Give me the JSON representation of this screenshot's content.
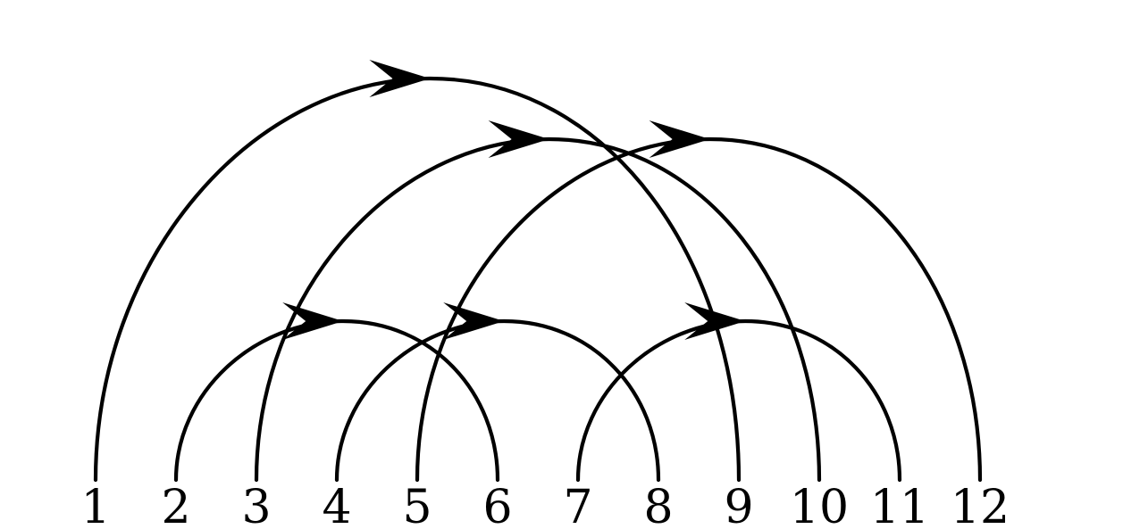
{
  "diagram": {
    "type": "arc-diagram",
    "nodes": [
      "1",
      "2",
      "3",
      "4",
      "5",
      "6",
      "7",
      "8",
      "9",
      "10",
      "11",
      "12"
    ],
    "arcs": [
      {
        "from": "1",
        "to": "9",
        "directed": true
      },
      {
        "from": "2",
        "to": "6",
        "directed": true
      },
      {
        "from": "3",
        "to": "10",
        "directed": true
      },
      {
        "from": "4",
        "to": "8",
        "directed": true
      },
      {
        "from": "5",
        "to": "12",
        "directed": true
      },
      {
        "from": "7",
        "to": "11",
        "directed": true
      }
    ],
    "colors": {
      "stroke": "#000000",
      "background": "#ffffff"
    }
  }
}
